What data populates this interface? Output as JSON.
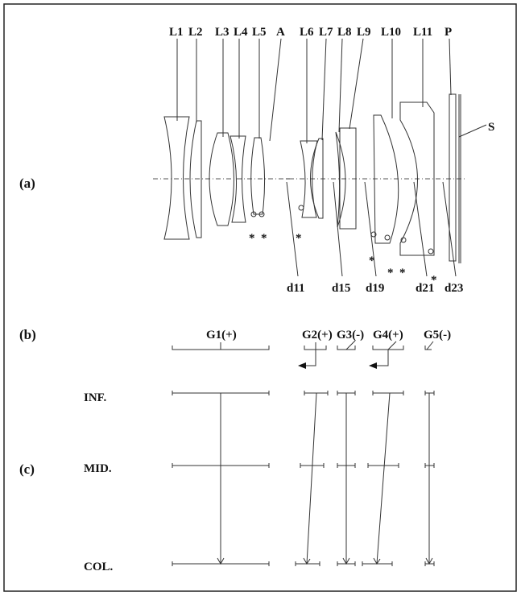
{
  "sections": {
    "a": "(a)",
    "b": "(b)",
    "c": "(c)"
  },
  "lenses": [
    "L1",
    "L2",
    "L3",
    "L4",
    "L5",
    "A",
    "L6",
    "L7",
    "L8",
    "L9",
    "L10",
    "L11",
    "P"
  ],
  "sensor_label": "S",
  "distances": [
    "d11",
    "d15",
    "d19",
    "d21",
    "d23"
  ],
  "aspheric_mark": "*",
  "groups": [
    "G1(+)",
    "G2(+)",
    "G3(-)",
    "G4(+)",
    "G5(-)"
  ],
  "positions": {
    "inf": "INF.",
    "mid": "MID.",
    "col": "COL."
  }
}
